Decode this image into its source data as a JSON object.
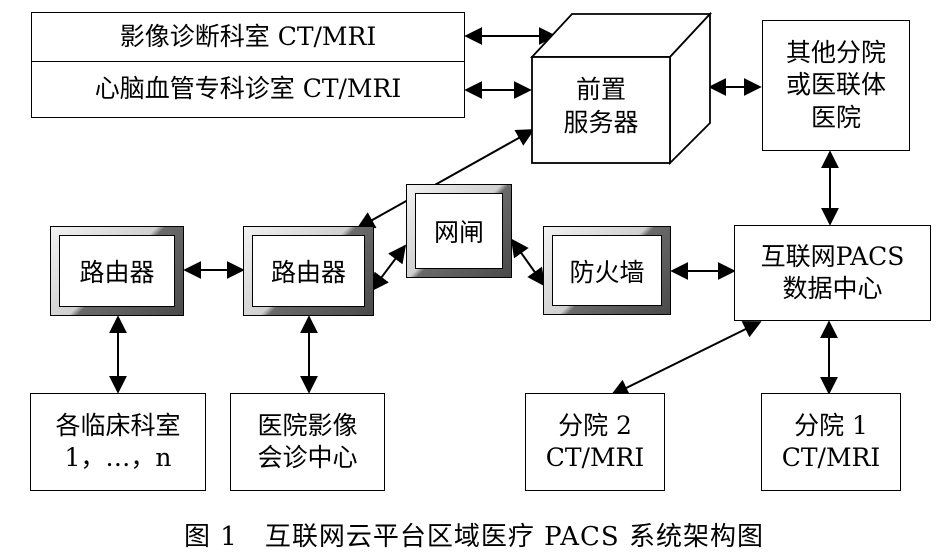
{
  "nodes": {
    "imaging_dept": "影像诊断科室 CT/MRI",
    "cardio_dept": "心脑血管专科诊室 CT/MRI",
    "front_server": [
      "前置",
      "服务器"
    ],
    "other_branch": [
      "其他分院",
      "或医联体",
      "医院"
    ],
    "router_left": "路由器",
    "router_mid": "路由器",
    "gateway": "网闸",
    "firewall": "防火墙",
    "pacs_center": [
      "互联网PACS",
      "数据中心"
    ],
    "clinical_depts": [
      "各临床科室",
      "1，…，n"
    ],
    "imaging_consult": [
      "医院影像",
      "会诊中心"
    ],
    "branch2": [
      "分院 2",
      "CT/MRI"
    ],
    "branch1": [
      "分院 1",
      "CT/MRI"
    ]
  },
  "caption": "图 1　互联网云平台区域医疗 PACS 系统架构图"
}
